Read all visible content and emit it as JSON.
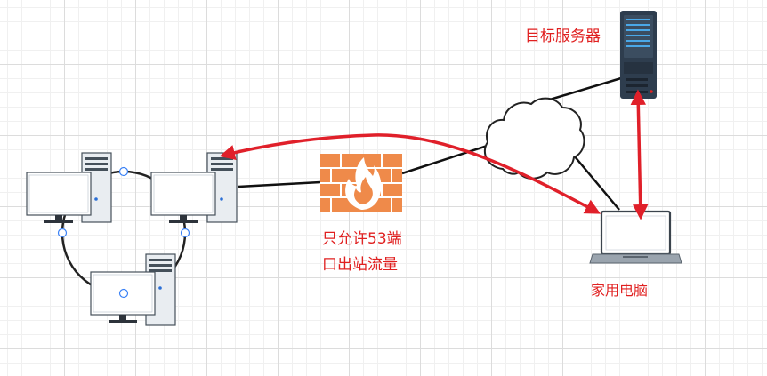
{
  "labels": {
    "target_server": "目标服务器",
    "firewall_line1": "只允许53端",
    "firewall_line2": "口出站流量",
    "home_pc": "家用电脑"
  },
  "colors": {
    "label": "#e02020",
    "arrow": "#e0202a",
    "firewall": "#ef8a4a",
    "server_body": "#2e3d4e",
    "tower": "#e9edf1",
    "link": "#111111"
  }
}
